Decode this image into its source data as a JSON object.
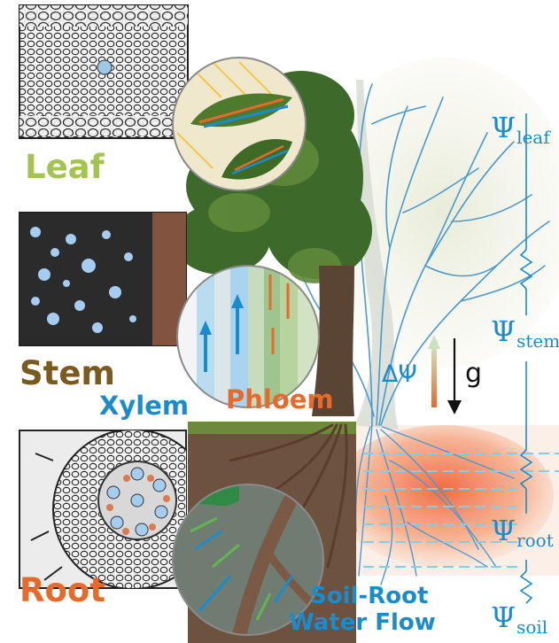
{
  "labels": {
    "leaf": "Leaf",
    "stem": "Stem",
    "xylem": "Xylem",
    "phloem": "Phloem",
    "root": "Root",
    "soil_root_1": "Soil-Root",
    "soil_root_2": "Water Flow"
  },
  "potentials": {
    "psi_symbol": "Ψ",
    "leaf_sub": "leaf",
    "stem_sub": "stem",
    "root_sub": "root",
    "soil_sub": "soil",
    "delta_psi": "ΔΨ",
    "gravity": "g"
  },
  "colors": {
    "leaf_label": "#a4c452",
    "stem_label": "#7a5a1e",
    "xylem_blue": "#1a8ccc",
    "phloem_orange": "#e86a2a",
    "root_label": "#e86a2a",
    "soil_root_label": "#1a8ccc"
  }
}
